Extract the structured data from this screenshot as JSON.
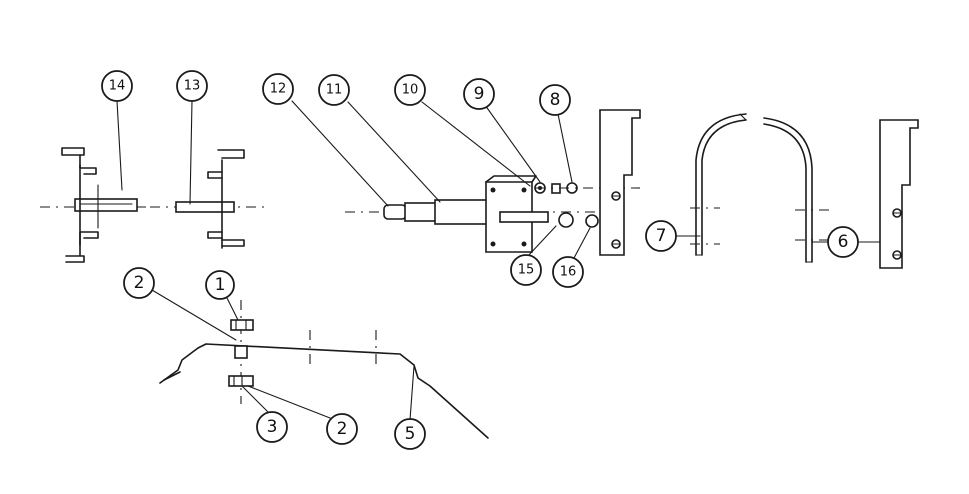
{
  "callouts": {
    "c1": "1",
    "c2a": "2",
    "c2b": "2",
    "c3": "3",
    "c5": "5",
    "c6": "6",
    "c7": "7",
    "c8": "8",
    "c9": "9",
    "c10": "10",
    "c11": "11",
    "c12": "12",
    "c13": "13",
    "c14": "14",
    "c15": "15",
    "c16": "16"
  }
}
